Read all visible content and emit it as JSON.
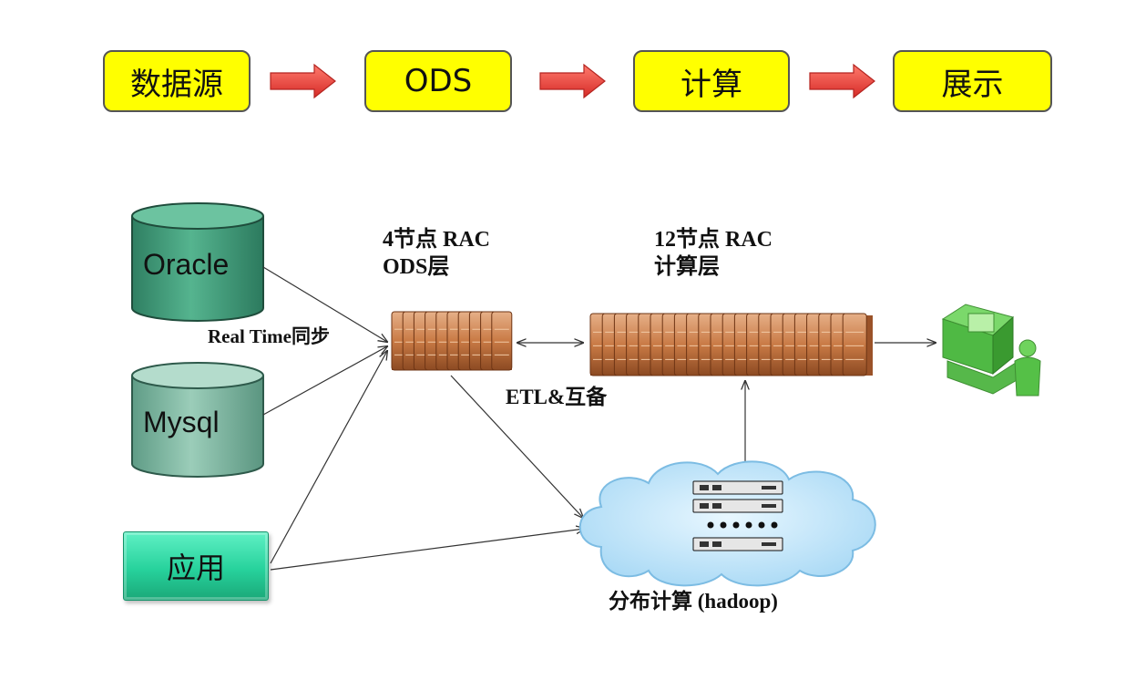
{
  "flow": {
    "steps": [
      {
        "label": "数据源"
      },
      {
        "label": "ODS"
      },
      {
        "label": "计算"
      },
      {
        "label": "展示"
      }
    ],
    "box_color": "#ffff00",
    "arrow_color": "#e8403f"
  },
  "sources": {
    "oracle": "Oracle",
    "mysql": "Mysql",
    "app": "应用",
    "sync_label": "Real Time同步",
    "db_color": "#4aa784"
  },
  "ods": {
    "line1": "4节点 RAC",
    "line2": "ODS层"
  },
  "compute": {
    "line1": "12节点 RAC",
    "line2": "计算层"
  },
  "etl_label": "ETL&互备",
  "hadoop_label": "分布计算 (hadoop)"
}
